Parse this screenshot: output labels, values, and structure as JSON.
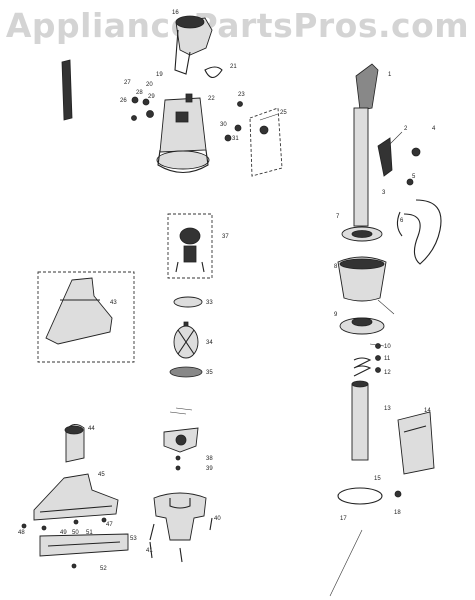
{
  "watermark": {
    "text": "AppliancePartsPros.com"
  },
  "callouts": {
    "n1": "1",
    "n2": "2",
    "n3": "3",
    "n4": "4",
    "n5": "5",
    "n6": "6",
    "n7": "7",
    "n8": "8",
    "n9": "9",
    "n10": "10",
    "n11": "11",
    "n12": "12",
    "n13": "13",
    "n14": "14",
    "n15": "15",
    "n16": "16",
    "n17": "17",
    "n18": "18",
    "n19": "19",
    "n20": "20",
    "n21": "21",
    "n22": "22",
    "n23": "23",
    "n25": "25",
    "n26": "26",
    "n27": "27",
    "n28": "28",
    "n29": "29",
    "n30": "30",
    "n31": "31",
    "n33": "33",
    "n34": "34",
    "n35": "35",
    "n37": "37",
    "n38": "38",
    "n39": "39",
    "n40": "40",
    "n41": "41",
    "n43": "43",
    "n44": "44",
    "n45": "45",
    "n47": "47",
    "n48": "48",
    "n49": "49",
    "n50": "50",
    "n51": "51",
    "n52": "52",
    "n53": "53"
  }
}
